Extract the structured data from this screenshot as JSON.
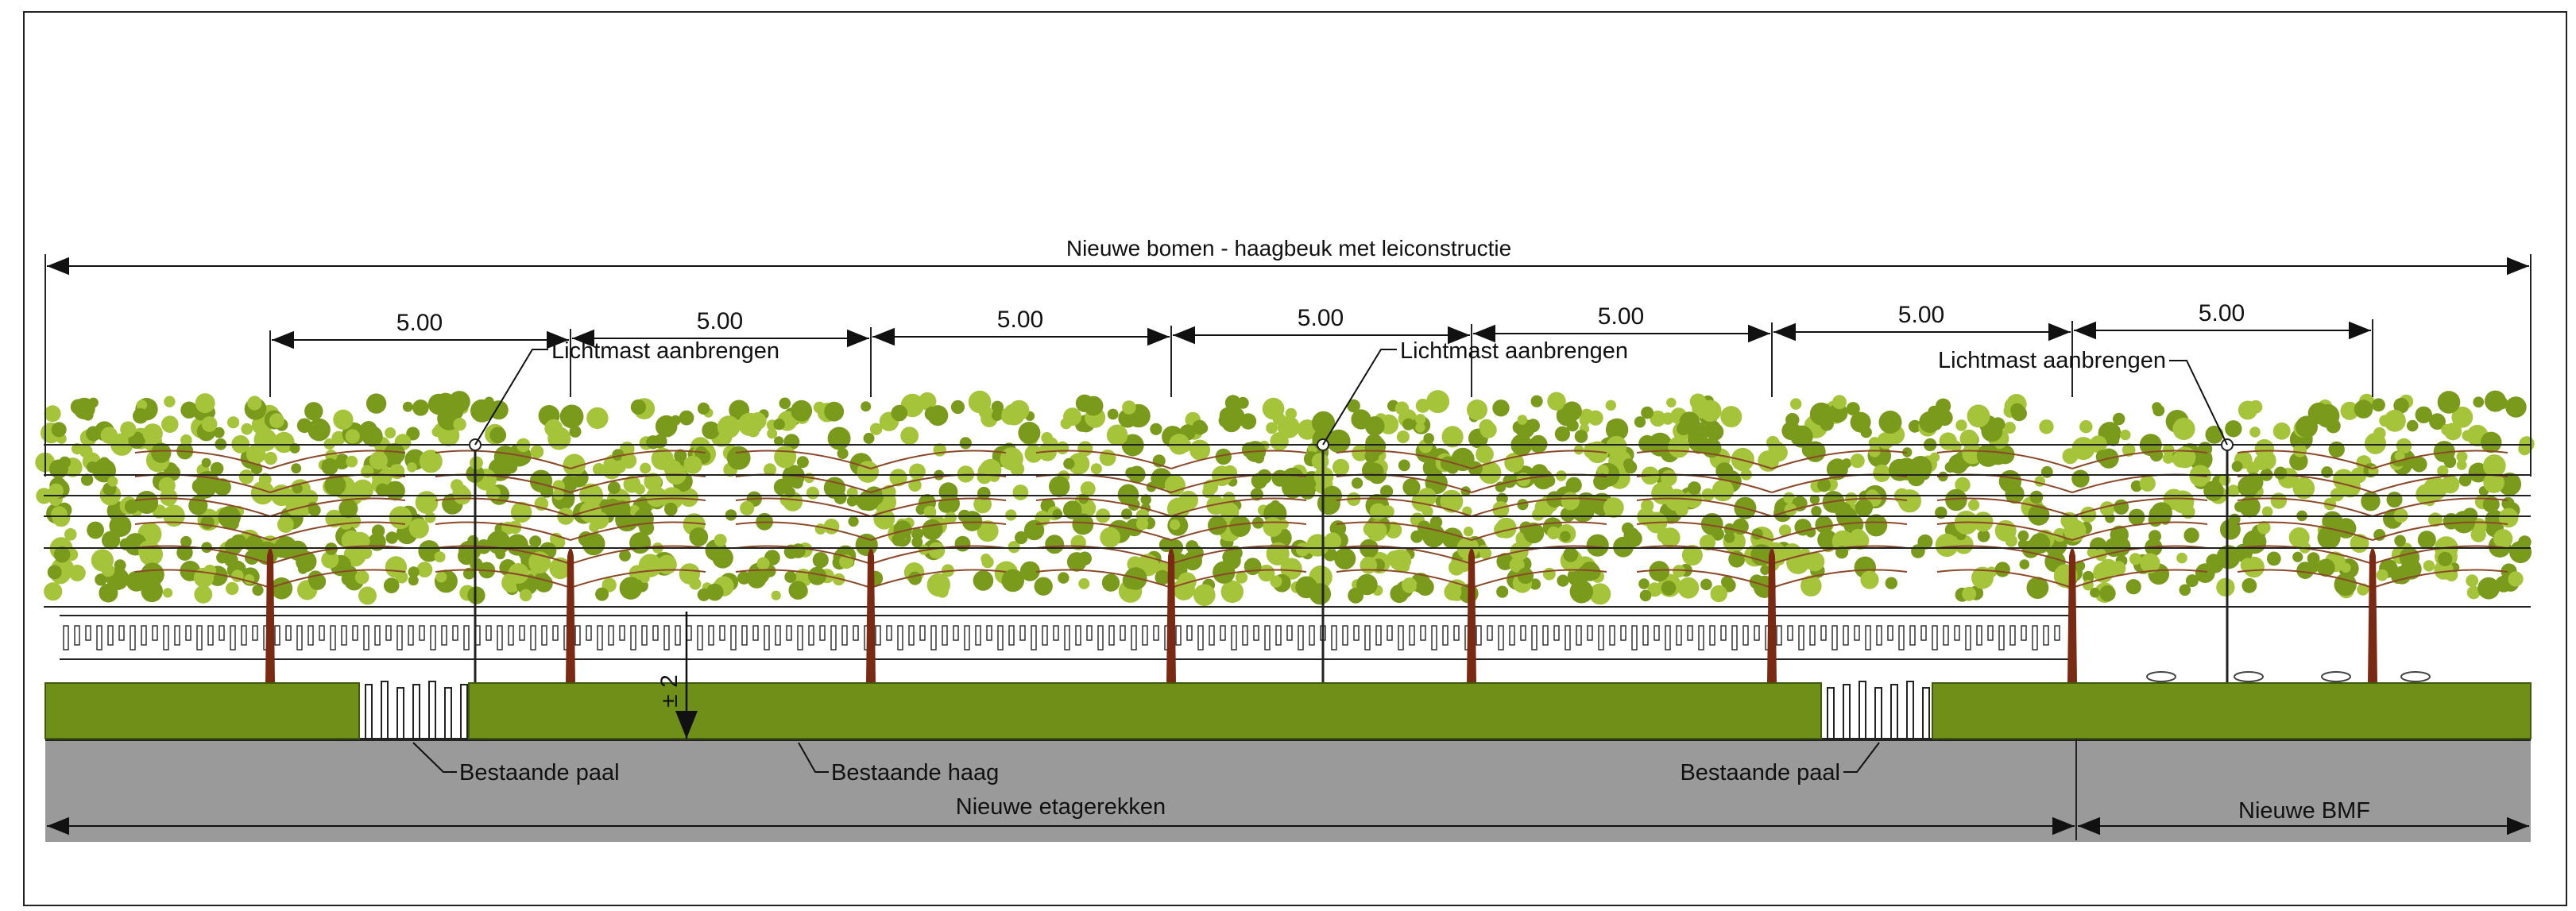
{
  "title": "Nieuwe bomen - haagbeuk met leiconstructie",
  "spacing_labels": [
    "5.00",
    "5.00",
    "5.00",
    "5.00",
    "5.00",
    "5.00",
    "5.00"
  ],
  "callouts": {
    "lichtmast_1": "Lichtmast aanbrengen",
    "lichtmast_2": "Lichtmast aanbrengen",
    "lichtmast_3": "Lichtmast aanbrengen",
    "paal_left": "Bestaande paal",
    "haag": "Bestaande haag",
    "paal_right": "Bestaande paal"
  },
  "height_label": "± 2",
  "bottom_dims": {
    "etagerekken": "Nieuwe etagerekken",
    "bmf": "Nieuwe BMF"
  },
  "colors": {
    "hedge": "#6f8f18",
    "ground": "#9a9a9a",
    "leaf_dark": "#7a9a1c",
    "leaf_light": "#a6c43a",
    "trunk": "#7a2a12",
    "line": "#111111"
  }
}
